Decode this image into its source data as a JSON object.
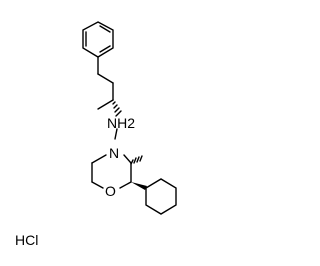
{
  "molecule": {
    "atom_labels": {
      "amine": "NH2",
      "ring_nitrogen": "N",
      "ring_oxygen": "O"
    },
    "salt_label": "HCl"
  }
}
